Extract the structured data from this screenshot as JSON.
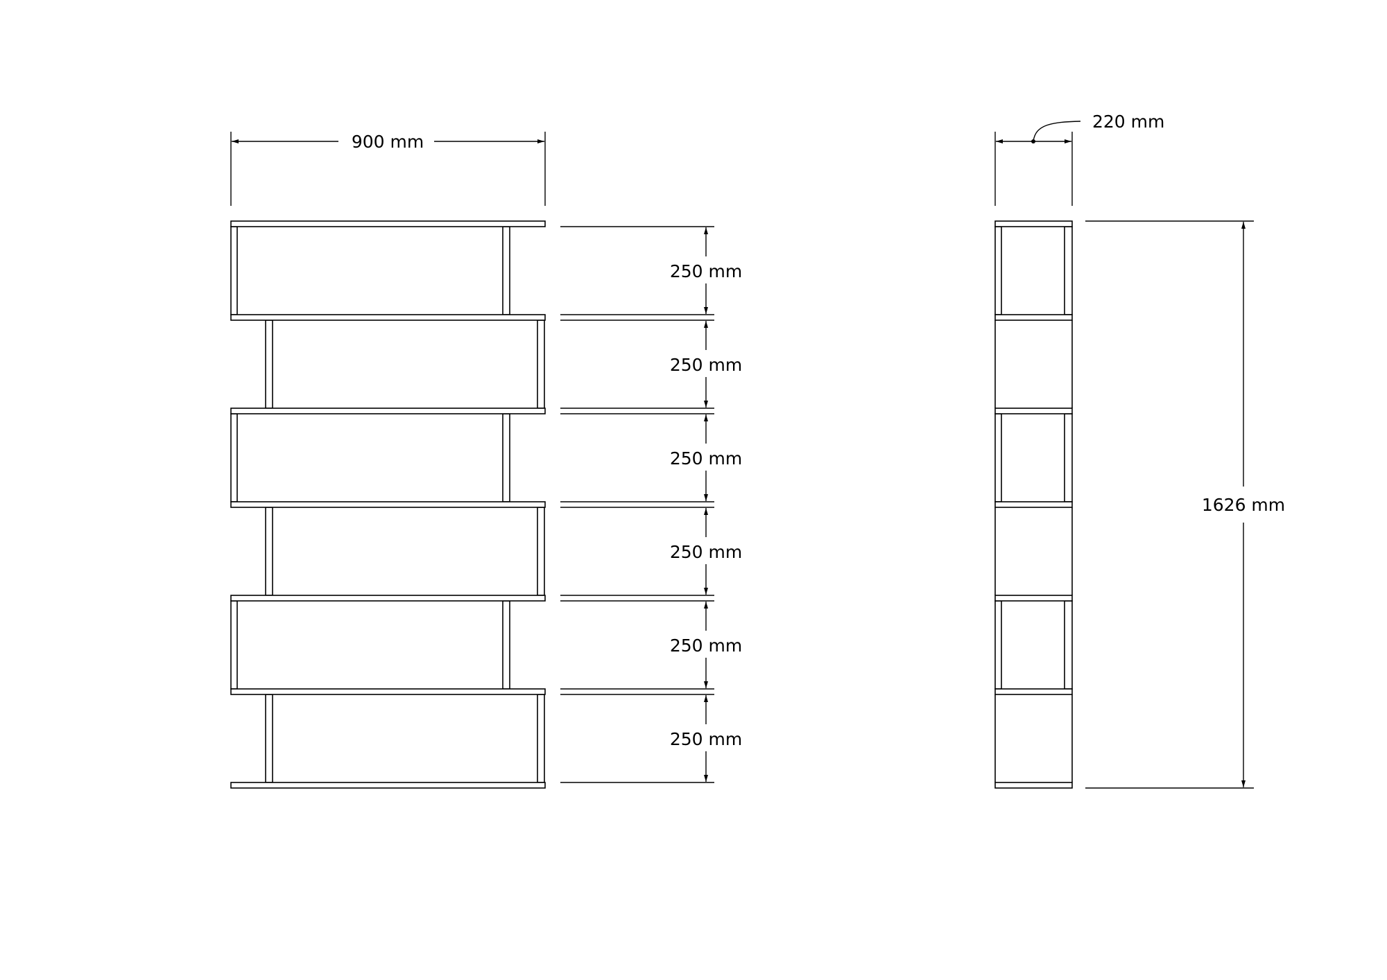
{
  "front_view": {
    "width_label": "900 mm",
    "shelf_spacing_labels": [
      "250 mm",
      "250 mm",
      "250 mm",
      "250 mm",
      "250 mm",
      "250 mm"
    ]
  },
  "side_view": {
    "depth_label": "220 mm",
    "height_label": "1626 mm"
  }
}
